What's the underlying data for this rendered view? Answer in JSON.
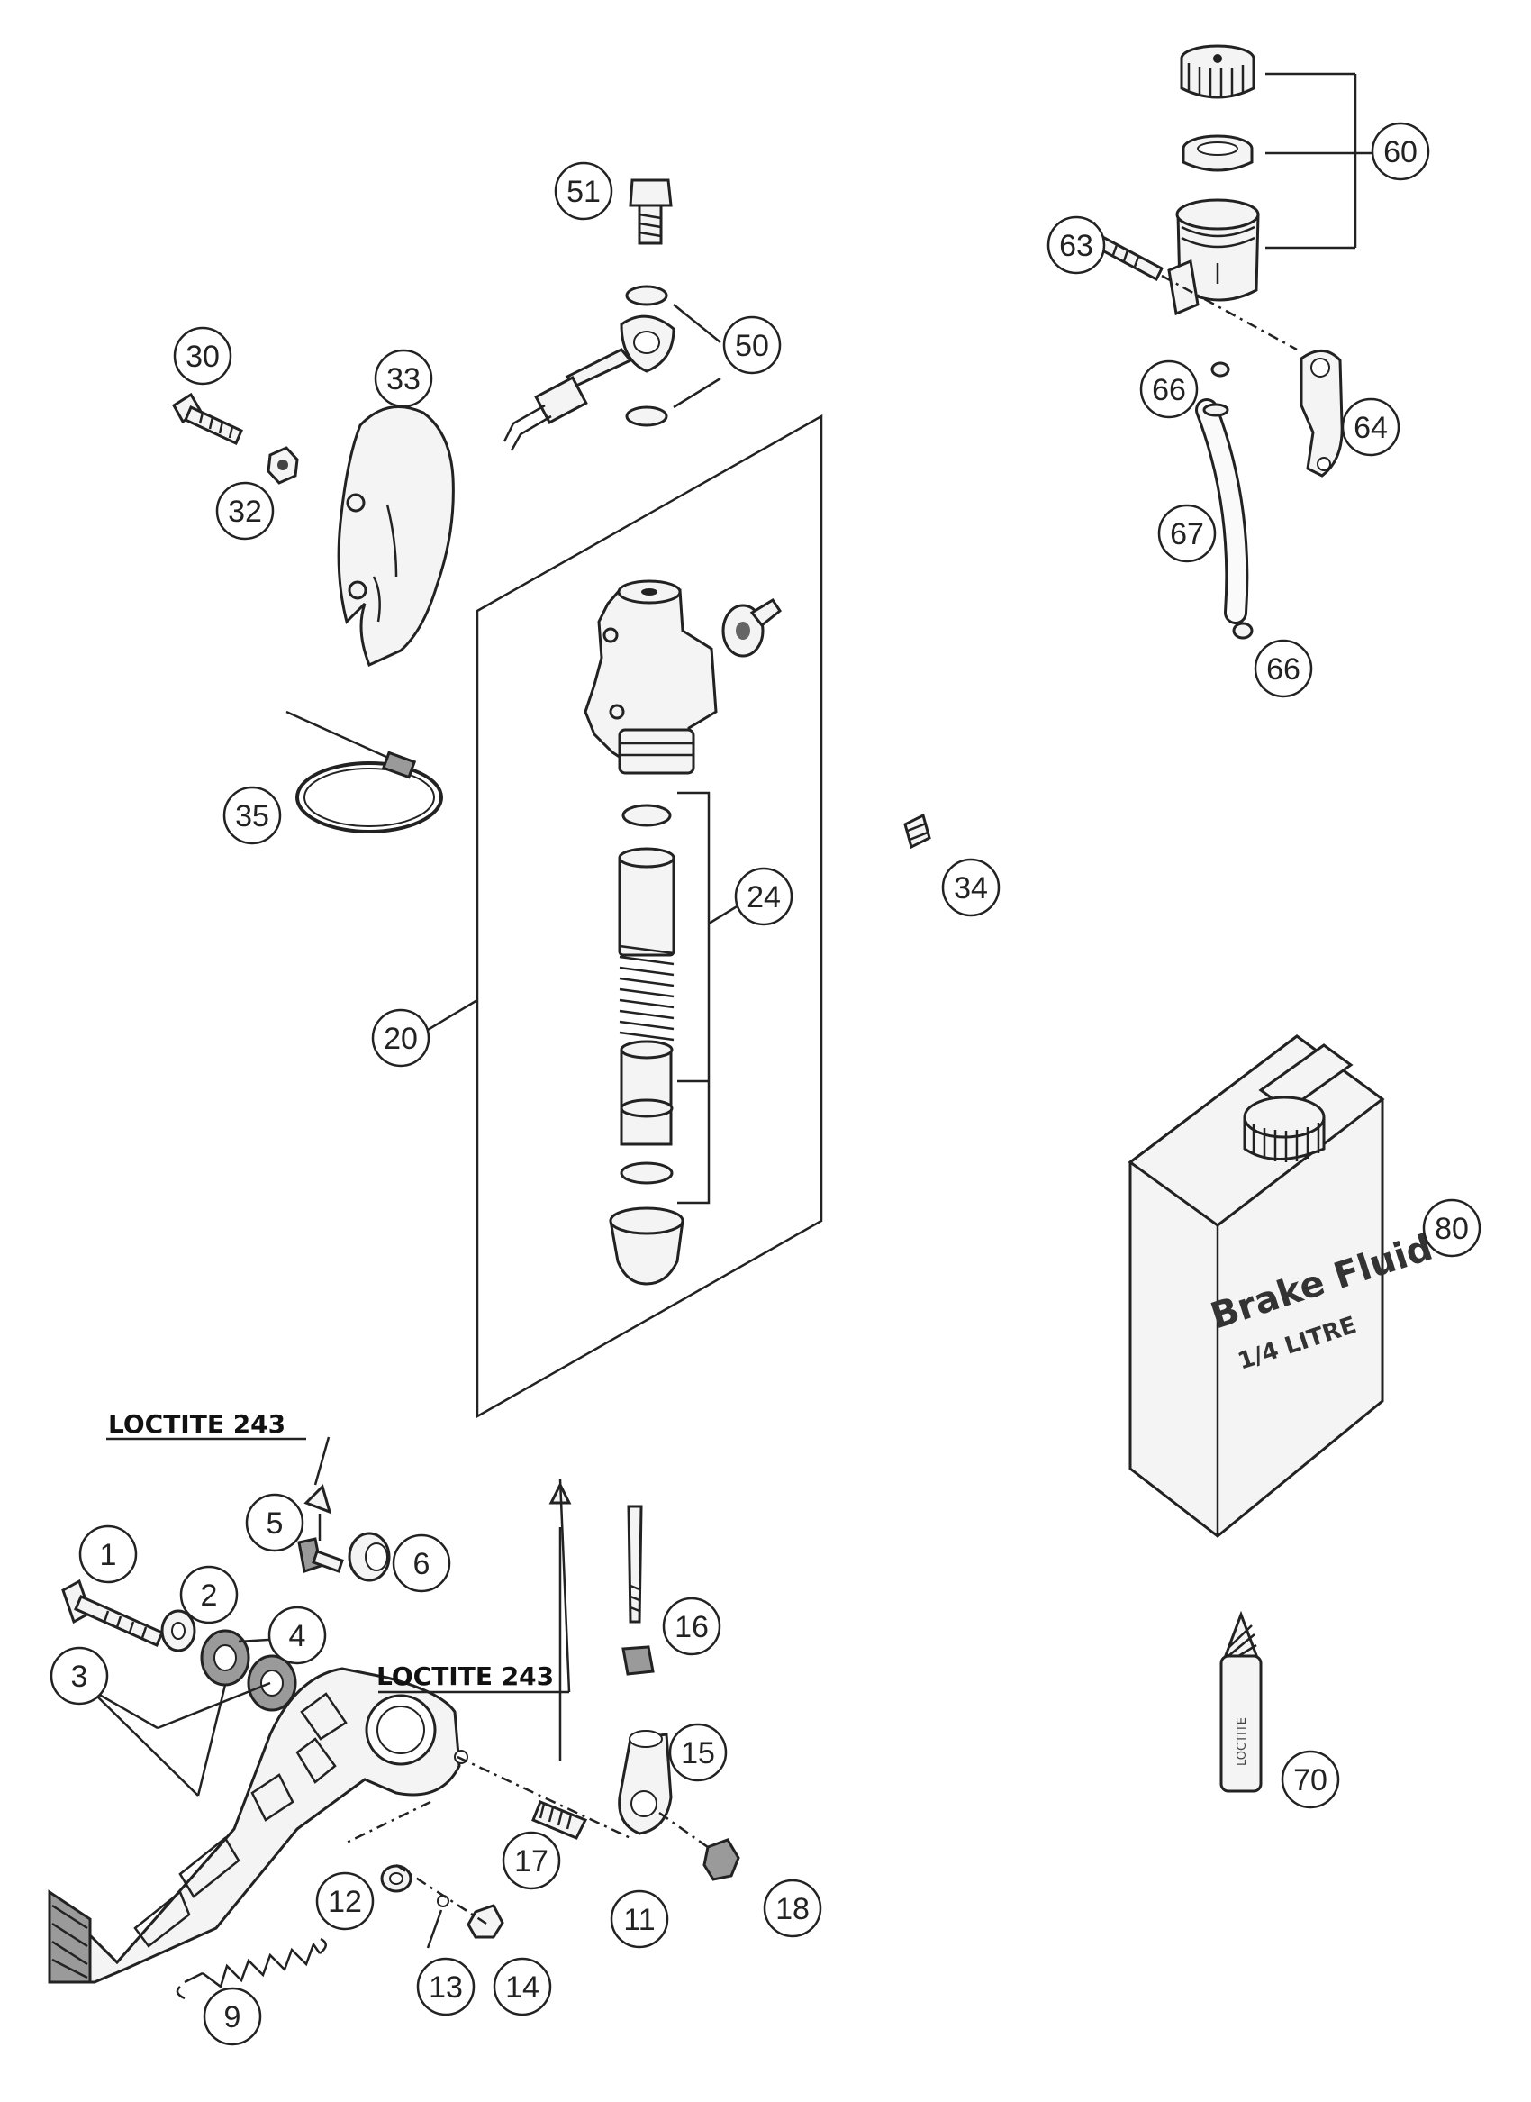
{
  "diagram": {
    "callouts": {
      "c1": "1",
      "c2": "2",
      "c3": "3",
      "c4": "4",
      "c5": "5",
      "c6": "6",
      "c9": "9",
      "c11": "11",
      "c12": "12",
      "c13": "13",
      "c14": "14",
      "c15": "15",
      "c16": "16",
      "c17": "17",
      "c18": "18",
      "c20": "20",
      "c24": "24",
      "c30": "30",
      "c32": "32",
      "c33": "33",
      "c34": "34",
      "c35": "35",
      "c50": "50",
      "c51": "51",
      "c60": "60",
      "c63": "63",
      "c64": "64",
      "c66a": "66",
      "c66b": "66",
      "c67": "67",
      "c70": "70",
      "c80": "80"
    },
    "notes": {
      "loctite_upper": "LOCTITE 243",
      "loctite_lower": "LOCTITE 243"
    },
    "container_label": {
      "line1": "Brake Fluid",
      "line2": "1/4 LITRE"
    },
    "tube_label": "LOCTITE"
  }
}
